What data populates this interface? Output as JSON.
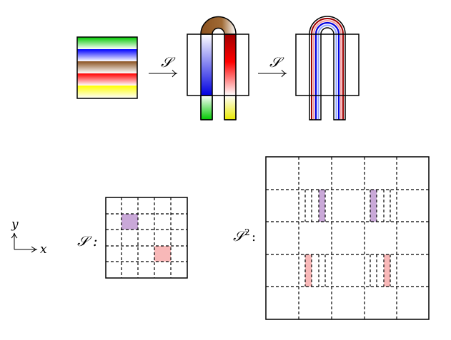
{
  "labels": {
    "map_symbol": "𝒮",
    "grid1_label": "𝒮 :",
    "grid2_label_base": "𝒮",
    "grid2_label_exp": "2",
    "grid2_label_colon": ":",
    "axis_y": "y",
    "axis_x": "x"
  },
  "colors": {
    "stripe_green": "#00d000",
    "stripe_blue": "#0000ff",
    "stripe_brown": "#9a5a1e",
    "stripe_red": "#ff0000",
    "stripe_yellow": "#ffff00",
    "dark_red": "#a00000",
    "pink": "#f8c8c8",
    "purple_cell": "#c9a8d8",
    "pink_cell": "#f8b8b8",
    "light_blue": "#8fa4ff"
  }
}
